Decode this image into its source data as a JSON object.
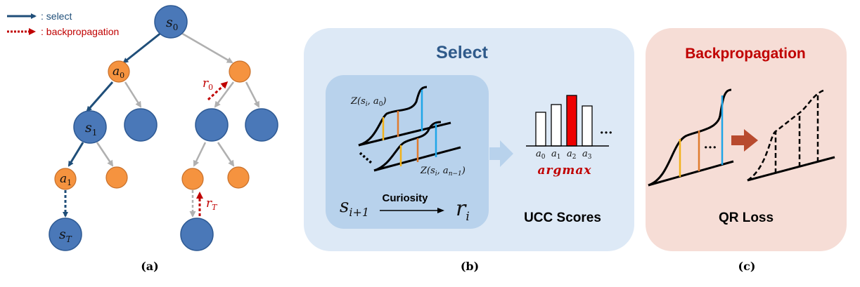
{
  "legend": {
    "select_label": ": select",
    "backprop_label": ": backpropagation"
  },
  "panel_a": {
    "caption": "(a)",
    "node_labels": {
      "root": "s",
      "root_sub": "0",
      "action0": "a",
      "action0_sub": "0",
      "state1": "s",
      "state1_sub": "1",
      "action1": "a",
      "action1_sub": "1",
      "terminal": "s",
      "terminal_sub": "T"
    },
    "reward_labels": {
      "r0": "r",
      "r0_sub": "0",
      "rT": "r",
      "rT_sub": "T"
    }
  },
  "panel_b": {
    "title": "Select",
    "caption": "(b)",
    "dist_top_label": "Z(s",
    "dist_top_sub": "i",
    "dist_top_rest": ", a",
    "dist_top_sub2": "0",
    "dist_bottom_label": "Z(s",
    "dist_bottom_sub": "i",
    "dist_bottom_rest": ", a",
    "dist_bottom_sub2": "n−1",
    "curiosity_label": "Curiosity",
    "state_next": "s",
    "state_next_sub": "i+1",
    "reward": "r",
    "reward_sub": "i",
    "bar_axis_labels": [
      "a",
      "a",
      "a",
      "a"
    ],
    "bar_axis_subs": [
      "0",
      "1",
      "2",
      "3"
    ],
    "bar_ellipsis": "···",
    "argmax_label": "argmax",
    "scores_label": "UCC Scores"
  },
  "panel_c": {
    "title": "Backpropagation",
    "caption": "(c)",
    "loss_label": "QR Loss",
    "ellipsis": "···"
  },
  "colors": {
    "select_arrow": "#1f4e79",
    "backprop_arrow": "#c00000",
    "state_node": "#4a78b8",
    "action_node": "#f5933f",
    "panel_b_bg": "#dde9f6",
    "panel_b_inner": "#b8d2ec",
    "panel_b_title": "#2f5a8a",
    "panel_c_bg": "#f6ddd6",
    "panel_c_title": "#c00000",
    "bar_highlight": "#ee0000"
  }
}
